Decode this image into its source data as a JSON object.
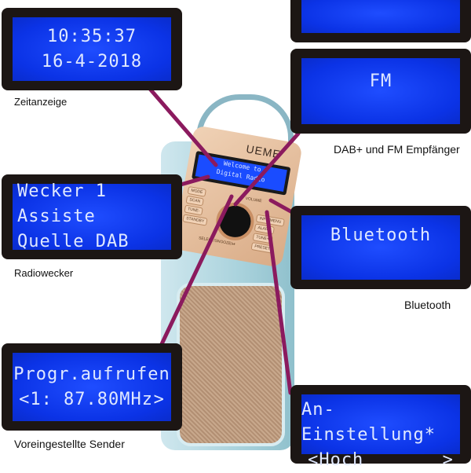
{
  "displays": {
    "clock": {
      "line1": "10:35:37",
      "line2": "16-4-2018",
      "caption": "Zeitanzeige"
    },
    "fm": {
      "line1": "FM",
      "caption": "DAB+ und FM Empfänger"
    },
    "alarm": {
      "line1": "Wecker 1 Assiste",
      "line2": "Quelle DAB",
      "caption": "Radiowecker"
    },
    "bluetooth": {
      "line1": "Bluetooth",
      "caption": "Bluetooth"
    },
    "preset": {
      "line1": "Progr.aufrufen",
      "line2_left": "<1: 87.80MHz",
      "line2_right": ">",
      "caption": "Voreingestellte Sender"
    },
    "settings": {
      "line1": "An-Einstellung*",
      "line2_left": "<Hoch",
      "line2_right": ">"
    }
  },
  "radio": {
    "brand": "UEME",
    "screen_line1": "Welcome to",
    "screen_line2": "Digital Radio",
    "buttons": [
      "MODE",
      "SCAN",
      "TUNE-",
      "STANDBY",
      "INFO/MENU",
      "ALARM",
      "TUNE+",
      "PRESET"
    ],
    "volume_label": "VOLUME",
    "select_label": "SELECT/SNOOZE/⏯"
  },
  "colors": {
    "lcd": "#0b33e6",
    "frame": "#1c1614",
    "connector": "#8b1a5e",
    "body": "#a9d2dc",
    "faceplate": "#e8c4a4"
  }
}
